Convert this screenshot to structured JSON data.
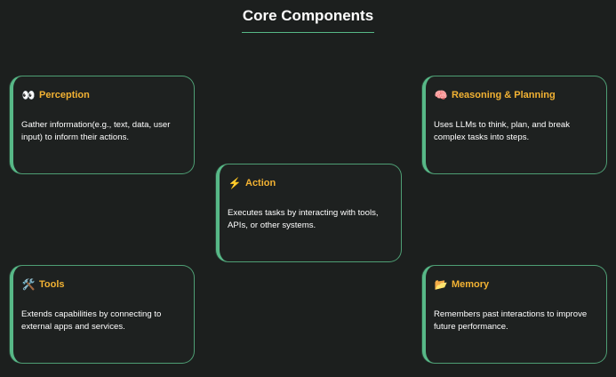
{
  "title": "Core Components",
  "accent_color": "#57b887",
  "heading_color": "#f2b233",
  "cards": [
    {
      "id": "perception",
      "icon": "👀",
      "icon_name": "eyes-icon",
      "title": "Perception",
      "description": "Gather information(e.g., text, data, user input) to inform their actions."
    },
    {
      "id": "reasoning",
      "icon": "🧠",
      "icon_name": "brain-icon",
      "title": "Reasoning & Planning",
      "description": "Uses LLMs to think, plan, and break complex tasks into steps."
    },
    {
      "id": "action",
      "icon": "⚡",
      "icon_name": "lightning-icon",
      "title": "Action",
      "description": "Executes tasks by interacting with tools, APIs, or other systems."
    },
    {
      "id": "tools",
      "icon": "🛠️",
      "icon_name": "tools-icon",
      "title": "Tools",
      "description": "Extends capabilities by connecting to external apps and services."
    },
    {
      "id": "memory",
      "icon": "📂",
      "icon_name": "folder-icon",
      "title": "Memory",
      "description": "Remembers past interactions to improve future performance."
    }
  ]
}
